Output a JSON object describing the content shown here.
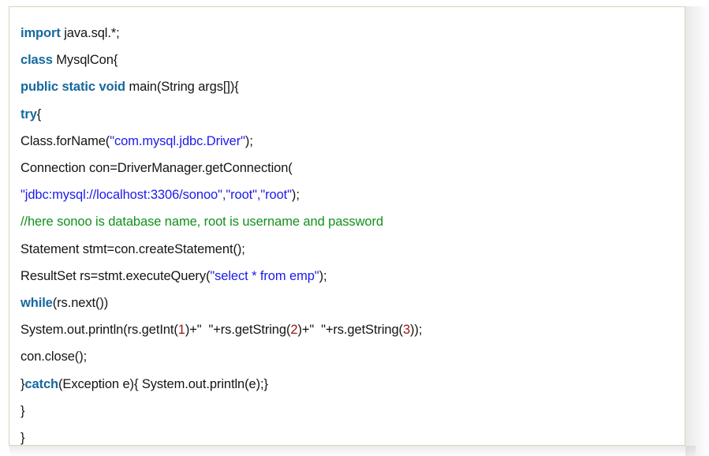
{
  "card": {
    "border_color": "#d6d4bd",
    "background_color": "#ffffff"
  },
  "syntax_colors": {
    "keyword": "#16699e",
    "string": "#1b1bec",
    "comment": "#11911a",
    "number": "#a01616",
    "plain": "#141414"
  },
  "code": {
    "language": "java",
    "plain_text": "import java.sql.*;\nclass MysqlCon{\npublic static void main(String args[]){\ntry{\nClass.forName(\"com.mysql.jdbc.Driver\");\nConnection con=DriverManager.getConnection(\n\"jdbc:mysql://localhost:3306/sonoo\",\"root\",\"root\");\n//here sonoo is database name, root is username and password\nStatement stmt=con.createStatement();\nResultSet rs=stmt.executeQuery(\"select * from emp\");\nwhile(rs.next())\nSystem.out.println(rs.getInt(1)+\" \"+rs.getString(2)+\" \"+rs.getString(3));\ncon.close();\n}catch(Exception e){ System.out.println(e);}\n}\n}",
    "lines": [
      {
        "index": 1,
        "text": "import java.sql.*;",
        "tokens": [
          {
            "t": "import",
            "c": "kw"
          },
          {
            "t": " java.sql.*;",
            "c": "pln"
          }
        ]
      },
      {
        "index": 2,
        "text": "class MysqlCon{",
        "tokens": [
          {
            "t": "class",
            "c": "kw"
          },
          {
            "t": " MysqlCon{",
            "c": "pln"
          }
        ]
      },
      {
        "index": 3,
        "text": "public static void main(String args[]){",
        "tokens": [
          {
            "t": "public static void",
            "c": "kw"
          },
          {
            "t": " main(String args[]){",
            "c": "pln"
          }
        ]
      },
      {
        "index": 4,
        "text": "try{",
        "tokens": [
          {
            "t": "try",
            "c": "kw"
          },
          {
            "t": "{",
            "c": "pln"
          }
        ]
      },
      {
        "index": 5,
        "text": "Class.forName(\"com.mysql.jdbc.Driver\");",
        "tokens": [
          {
            "t": "Class.forName(",
            "c": "pln"
          },
          {
            "t": "\"com.mysql.jdbc.Driver\"",
            "c": "str"
          },
          {
            "t": ");",
            "c": "pln"
          }
        ]
      },
      {
        "index": 6,
        "text": "Connection con=DriverManager.getConnection(",
        "tokens": [
          {
            "t": "Connection con=DriverManager.getConnection(",
            "c": "pln"
          }
        ]
      },
      {
        "index": 7,
        "text": "\"jdbc:mysql://localhost:3306/sonoo\",\"root\",\"root\");",
        "tokens": [
          {
            "t": "\"jdbc:mysql://localhost:3306/sonoo\",\"root\",\"root\"",
            "c": "str"
          },
          {
            "t": ");",
            "c": "pln"
          }
        ]
      },
      {
        "index": 8,
        "text": "//here sonoo is database name, root is username and password",
        "tokens": [
          {
            "t": "//here sonoo is database name, root is username and password",
            "c": "cmt"
          }
        ]
      },
      {
        "index": 9,
        "text": "Statement stmt=con.createStatement();",
        "tokens": [
          {
            "t": "Statement stmt=con.createStatement();",
            "c": "pln"
          }
        ]
      },
      {
        "index": 10,
        "text": "ResultSet rs=stmt.executeQuery(\"select * from emp\");",
        "tokens": [
          {
            "t": "ResultSet rs=stmt.executeQuery(",
            "c": "pln"
          },
          {
            "t": "\"select * from emp\"",
            "c": "str"
          },
          {
            "t": ");",
            "c": "pln"
          }
        ]
      },
      {
        "index": 11,
        "text": "while(rs.next())",
        "tokens": [
          {
            "t": "while",
            "c": "kw"
          },
          {
            "t": "(rs.next())",
            "c": "pln"
          }
        ]
      },
      {
        "index": 12,
        "text": "System.out.println(rs.getInt(1)+\" \"+rs.getString(2)+\" \"+rs.getString(3));",
        "tokens": [
          {
            "t": "System.out.println(rs.getInt(",
            "c": "pln"
          },
          {
            "t": "1",
            "c": "num"
          },
          {
            "t": ")+\"  \"+rs.getString(",
            "c": "pln"
          },
          {
            "t": "2",
            "c": "num"
          },
          {
            "t": ")+\"  \"+rs.getString(",
            "c": "pln"
          },
          {
            "t": "3",
            "c": "num"
          },
          {
            "t": "));",
            "c": "pln"
          }
        ]
      },
      {
        "index": 13,
        "text": "con.close();",
        "tokens": [
          {
            "t": "con.close();",
            "c": "pln"
          }
        ]
      },
      {
        "index": 14,
        "text": "}catch(Exception e){ System.out.println(e);}",
        "tokens": [
          {
            "t": "}",
            "c": "pln"
          },
          {
            "t": "catch",
            "c": "kw"
          },
          {
            "t": "(Exception e){ System.out.println(e);}",
            "c": "pln"
          }
        ]
      },
      {
        "index": 15,
        "text": "}",
        "tokens": [
          {
            "t": "}",
            "c": "pln"
          }
        ]
      },
      {
        "index": 16,
        "text": "}",
        "tokens": [
          {
            "t": "}",
            "c": "pln"
          }
        ]
      }
    ]
  }
}
